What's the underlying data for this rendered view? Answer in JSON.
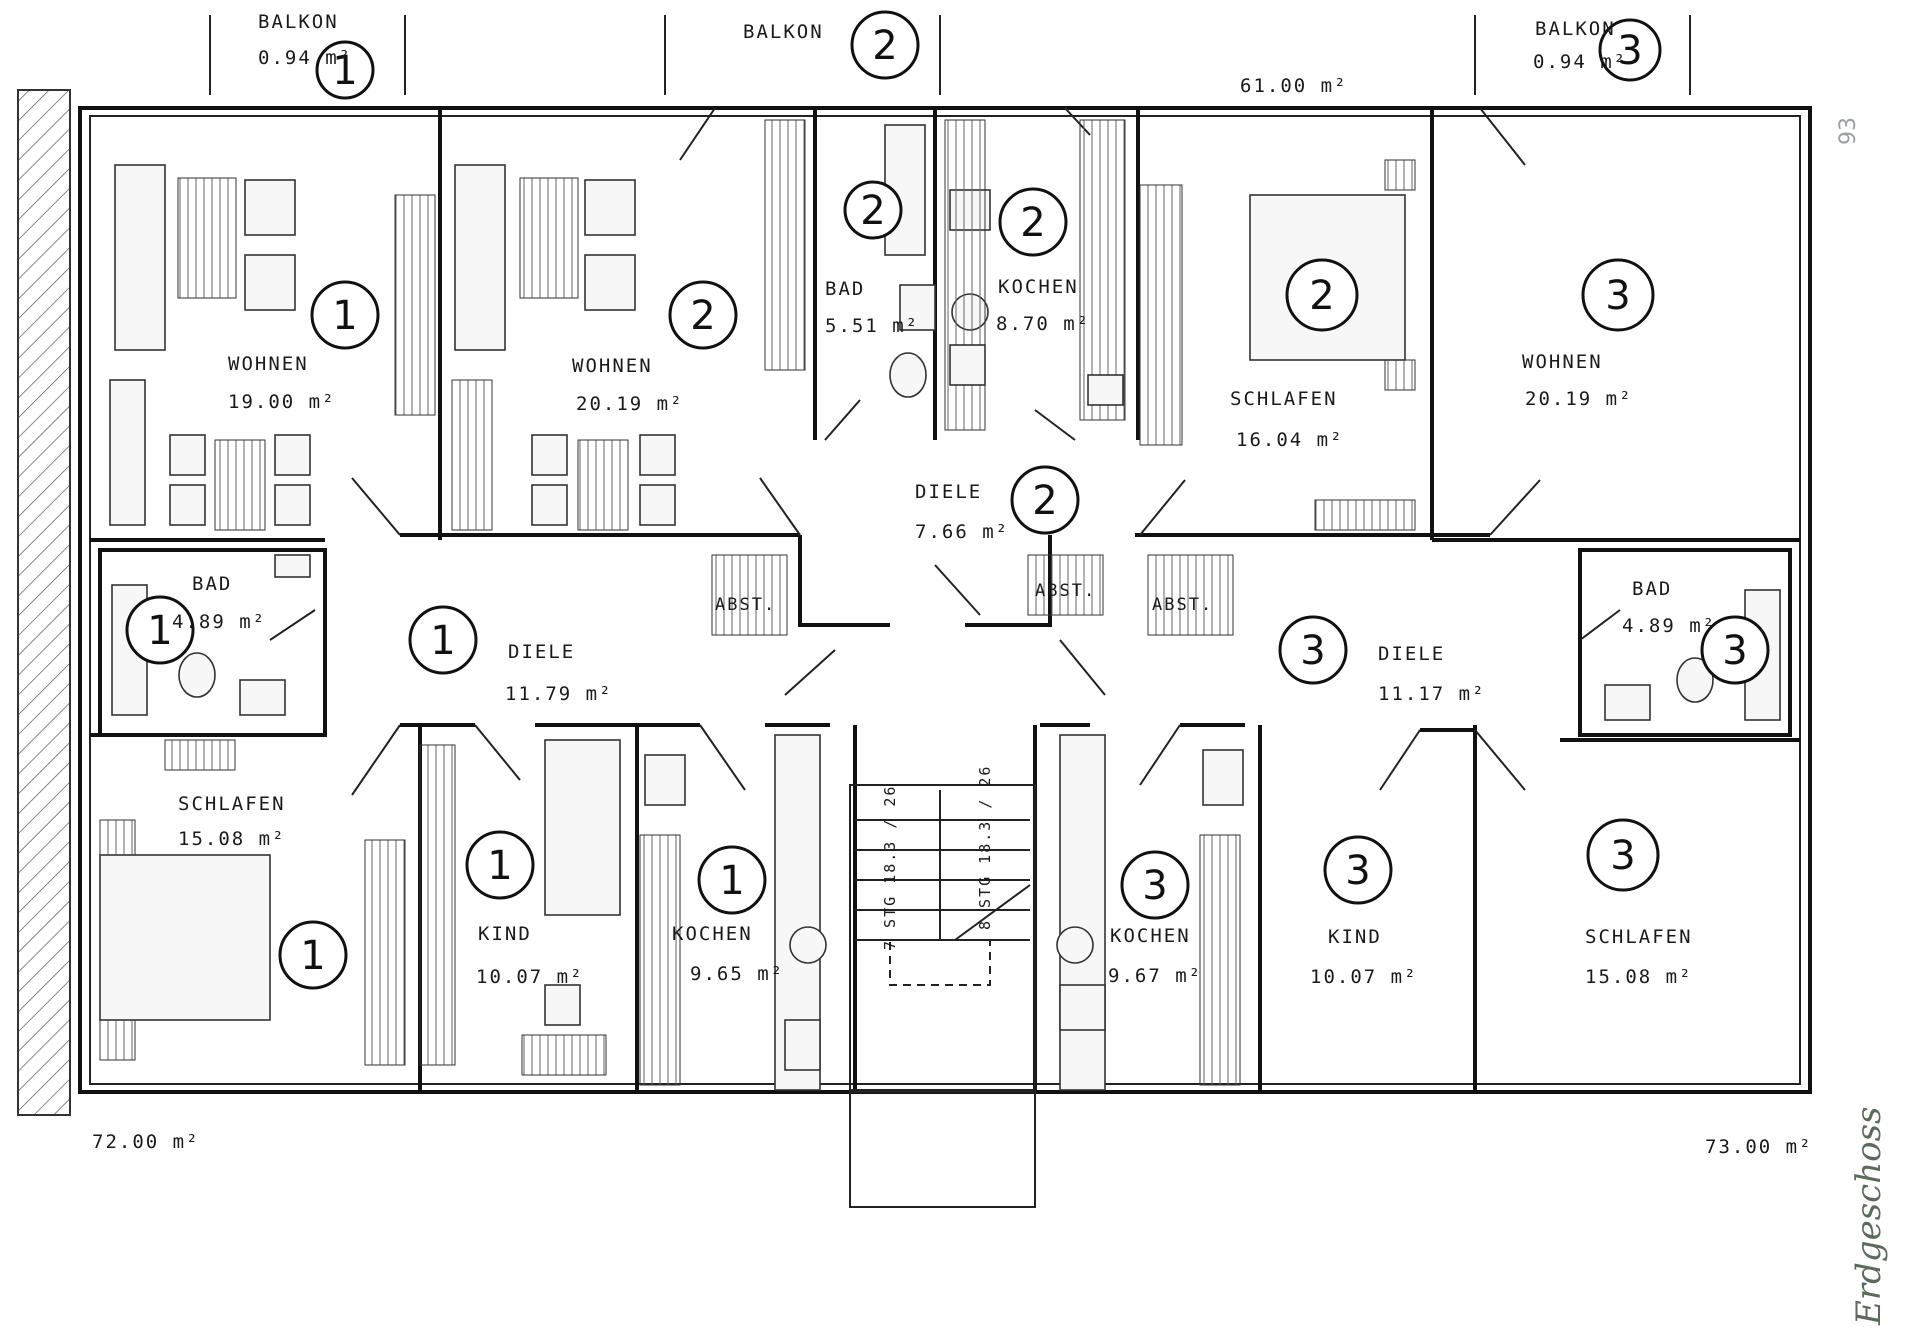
{
  "balconies": [
    {
      "label": "BALKON",
      "area": "0.94 m²",
      "unit": "1"
    },
    {
      "label": "BALKON",
      "area": "",
      "unit": "2"
    },
    {
      "label": "BALKON",
      "area": "0.94 m²",
      "unit": "3"
    }
  ],
  "dimensions": {
    "top": "61.00 m²",
    "bottom_left": "72.00 m²",
    "bottom_right": "73.00 m²"
  },
  "rooms": {
    "wohnen1": {
      "name": "WOHNEN",
      "area": "19.00 m²",
      "unit": "1"
    },
    "bad1": {
      "name": "BAD",
      "area": "4.89 m²",
      "unit": "1"
    },
    "diele1": {
      "name": "DIELE",
      "area": "11.79 m²",
      "unit": "1"
    },
    "schlafen1": {
      "name": "SCHLAFEN",
      "area": "15.08 m²",
      "unit": "1"
    },
    "kind1": {
      "name": "KIND",
      "area": "10.07 m²",
      "unit": "1"
    },
    "kochen1": {
      "name": "KOCHEN",
      "area": "9.65 m²",
      "unit": "1"
    },
    "wohnen2": {
      "name": "WOHNEN",
      "area": "20.19 m²",
      "unit": "2"
    },
    "bad2": {
      "name": "BAD",
      "area": "5.51 m²",
      "unit": "2"
    },
    "kochen2": {
      "name": "KOCHEN",
      "area": "8.70 m²",
      "unit": "2"
    },
    "schlafen2": {
      "name": "SCHLAFEN",
      "area": "16.04 m²",
      "unit": "2"
    },
    "diele2": {
      "name": "DIELE",
      "area": "7.66 m²",
      "unit": "2"
    },
    "wohnen3": {
      "name": "WOHNEN",
      "area": "20.19 m²",
      "unit": "3"
    },
    "bad3": {
      "name": "BAD",
      "area": "4.89 m²",
      "unit": "3"
    },
    "diele3": {
      "name": "DIELE",
      "area": "11.17 m²",
      "unit": "3"
    },
    "kochen3": {
      "name": "KOCHEN",
      "area": "9.67 m²",
      "unit": "3"
    },
    "kind3": {
      "name": "KIND",
      "area": "10.07 m²",
      "unit": "3"
    },
    "schlafen3": {
      "name": "SCHLAFEN",
      "area": "15.08 m²",
      "unit": "3"
    }
  },
  "storage": [
    "ABST.",
    "ABST.",
    "ABST."
  ],
  "stairs": {
    "left": "7 STG 18.3 / 26",
    "right": "8 STG 18.3 / 26"
  },
  "side_note": "Erdgeschoss",
  "page_number": "93"
}
